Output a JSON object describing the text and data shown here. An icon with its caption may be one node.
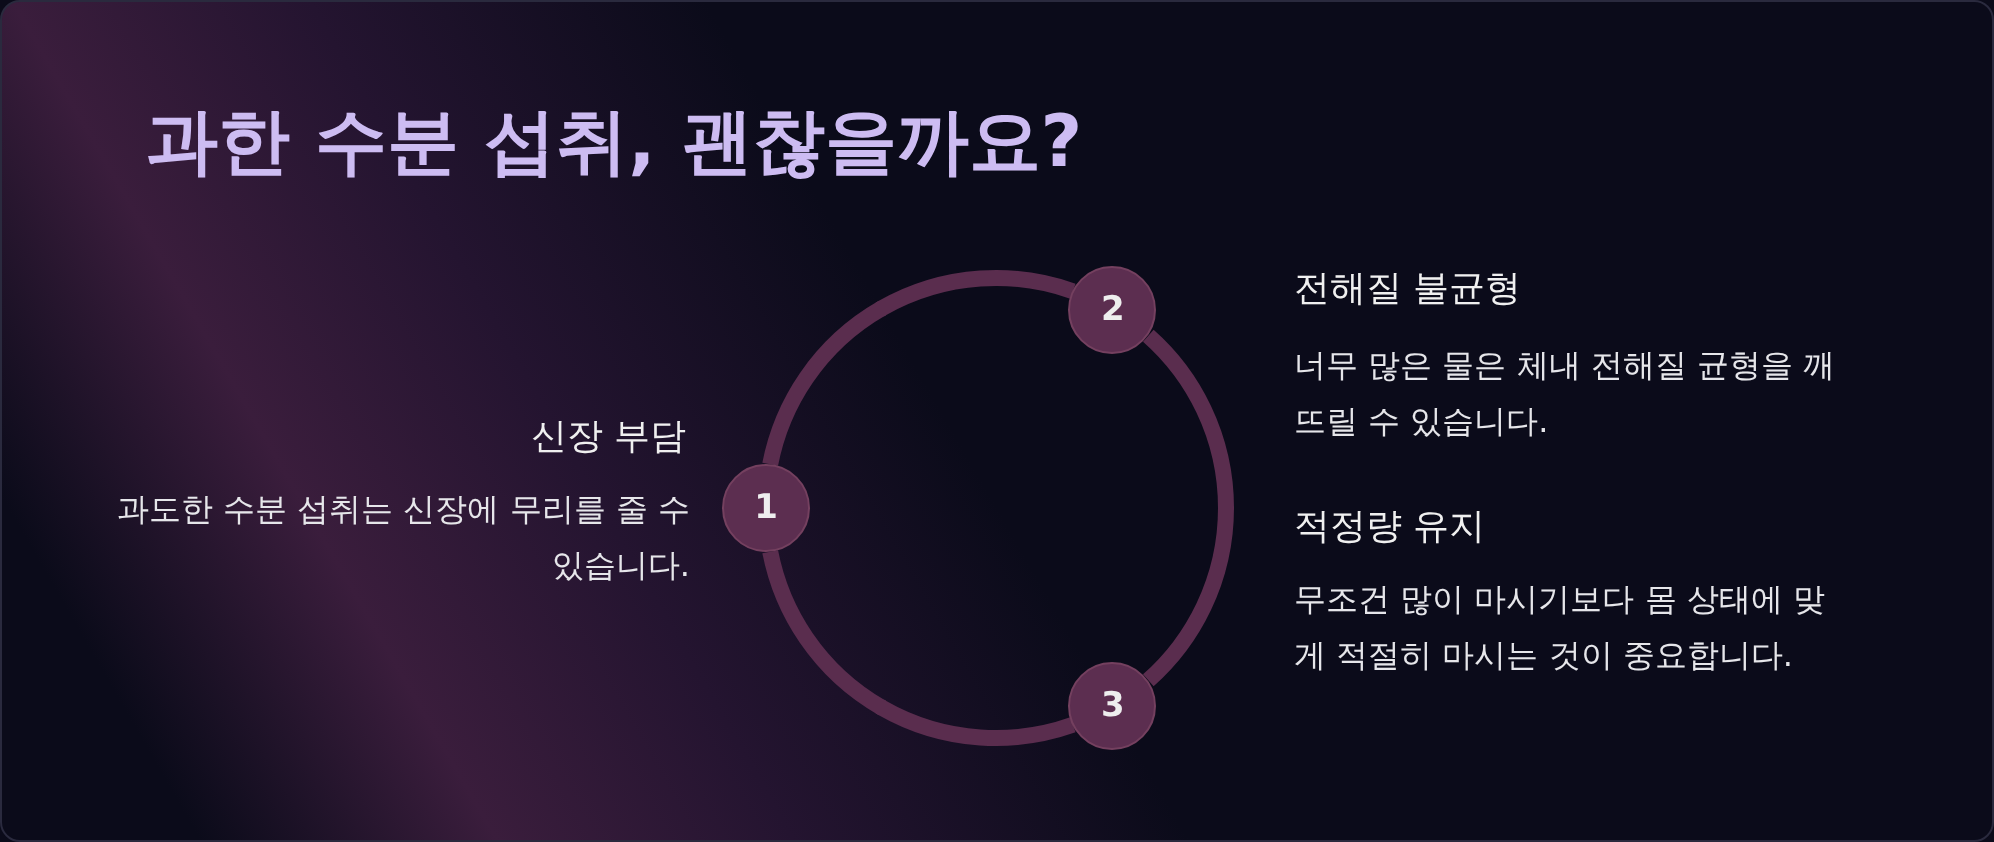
{
  "diagram": {
    "title": "과한 수분 섭취, 괜찮을까요?",
    "nodes": [
      {
        "text": [
          "1"
        ],
        "beside": [
          "신장 부담",
          "과도한 수분 섭취는 신장에 무리를 줄 수 있습니다."
        ]
      },
      {
        "text": [
          "2"
        ],
        "beside": [
          "전해질 불균형",
          "너무 많은 물은 체내 전해질 균형을 깨뜨릴 수 있습니다."
        ]
      },
      {
        "text": [
          "3"
        ],
        "beside": [
          "적정량 유지",
          "무조건 많이 마시기보다 몸 상태에 맞게 적절히 마시는 것이 중요합니다."
        ]
      }
    ],
    "edges": [
      {
        "from": 0,
        "to": 1,
        "arrow": "none"
      },
      {
        "from": 1,
        "to": 2,
        "arrow": "none"
      },
      {
        "from": 2,
        "to": 0,
        "arrow": "none"
      }
    ]
  }
}
